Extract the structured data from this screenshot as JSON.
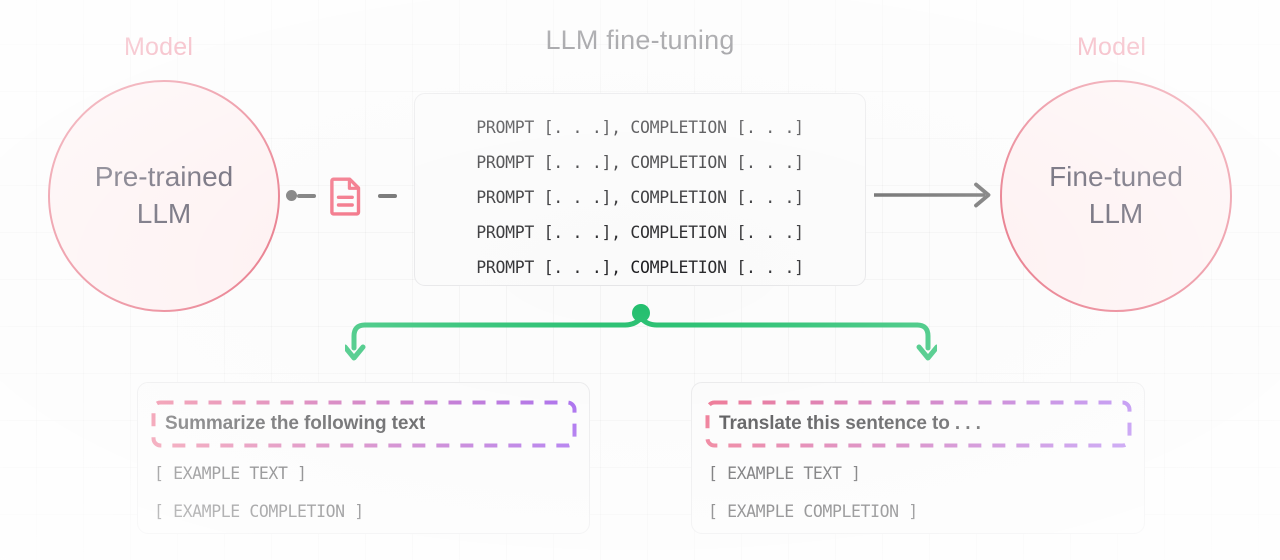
{
  "diagram": {
    "title": "LLM fine-tuning",
    "colors": {
      "model_label": "#E8637C",
      "circle_fill": "#FDECED",
      "circle_stroke": "#E0485F",
      "circle_text": "#201B31",
      "title_text": "#5C5C62",
      "card_fill": "#FAFAFA",
      "card_border": "#E4E4E6",
      "connector_gray": "#4B4B4B",
      "bracket_green": "#10B961",
      "dashed_gradient_start": "#E8476E",
      "dashed_gradient_end": "#8B3BE8",
      "mono_text": "#1D1D20",
      "background": "#FBFBFB"
    },
    "icons": {
      "document": "document-icon",
      "arrow_right": "arrow-right-icon",
      "arrow_down": "arrow-down-icon",
      "connector_dot": "connector-dot-icon",
      "bracket_node": "bracket-node-dot-icon"
    }
  },
  "left_model": {
    "label": "Model",
    "name_line_1": "Pre-trained",
    "name_line_2": "LLM"
  },
  "right_model": {
    "label": "Model",
    "name_line_1": "Fine-tuned",
    "name_line_2": "LLM"
  },
  "dataset": {
    "lines": [
      "PROMPT [. . .], COMPLETION [. . .]",
      "PROMPT [. . .], COMPLETION [. . .]",
      "PROMPT [. . .], COMPLETION [. . .]",
      "PROMPT [. . .], COMPLETION [. . .]",
      "PROMPT [. . .], COMPLETION [. . .]"
    ]
  },
  "examples": [
    {
      "instruction": "Summarize the following text",
      "line_1": "[ EXAMPLE TEXT ]",
      "line_2": "[ EXAMPLE COMPLETION ]"
    },
    {
      "instruction": "Translate this sentence to . . .",
      "line_1": "[ EXAMPLE TEXT ]",
      "line_2": "[ EXAMPLE COMPLETION ]"
    }
  ]
}
